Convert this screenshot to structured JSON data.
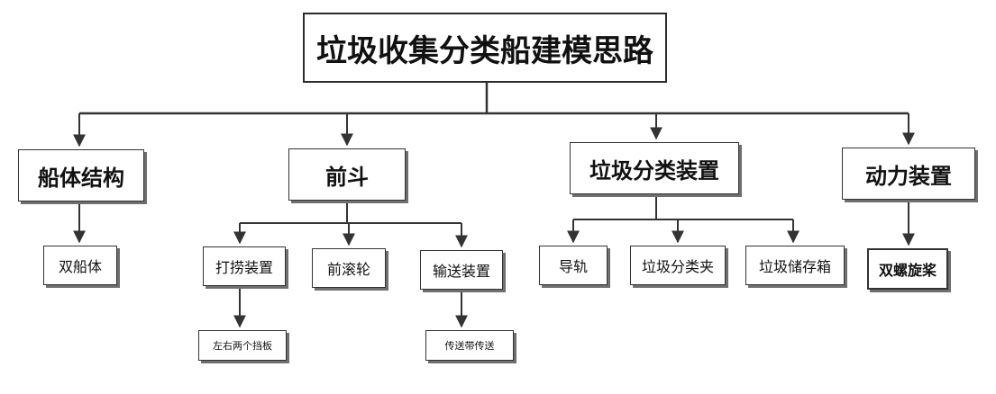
{
  "diagram": {
    "title": "垃圾收集分类船建模思路",
    "branches": {
      "hull": {
        "label": "船体结构",
        "children": [
          "双船体"
        ]
      },
      "bucket": {
        "label": "前斗",
        "fishing": {
          "label": "打捞装置",
          "child": "左右两个挡板"
        },
        "roller": {
          "label": "前滚轮"
        },
        "conveyor": {
          "label": "输送装置",
          "child": "传送带传送"
        }
      },
      "sorting": {
        "label": "垃圾分类装置",
        "children": [
          "导轨",
          "垃圾分类夹",
          "垃圾储存箱"
        ]
      },
      "power": {
        "label": "动力装置",
        "children": [
          "双螺旋桨"
        ]
      }
    }
  },
  "colors": {
    "line": "#333333",
    "box_border": "#333333",
    "shadow": "#6f6f6f",
    "background": "#ffffff"
  }
}
